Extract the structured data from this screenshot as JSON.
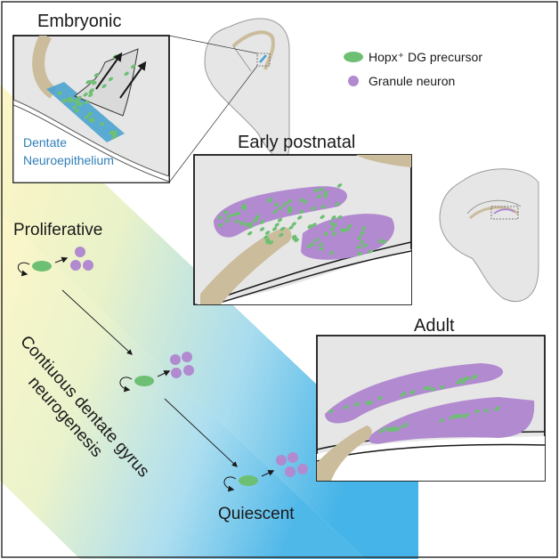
{
  "panels": {
    "embryonic": {
      "title": "Embryonic",
      "region_label_line1": "Dentate",
      "region_label_line2": "Neuroepithelium"
    },
    "early_postnatal": {
      "title": "Early postnatal"
    },
    "adult": {
      "title": "Adult"
    }
  },
  "legend": {
    "items": [
      {
        "marker": "green-ellipse",
        "text": "Hopx⁺ DG precursor",
        "color": "#6dbf73"
      },
      {
        "marker": "purple-circle",
        "text": "Granule neuron",
        "color": "#b18ad0"
      }
    ]
  },
  "states": {
    "proliferative": "Proliferative",
    "quiescent": "Quiescent"
  },
  "gradient_caption": {
    "line1": "Contiuous dentate gyrus",
    "line2": "neurogenesis"
  },
  "colors": {
    "precursor_green": "#6dbf73",
    "granule_purple": "#b18ad0",
    "tan_tissue": "#cbbd9c",
    "grey_tissue": "#e6e6e6",
    "neuroepithelium_blue": "#4aa3cf",
    "gradient_yellow": "#fbf0a8",
    "gradient_blue": "#4cb8ea"
  }
}
